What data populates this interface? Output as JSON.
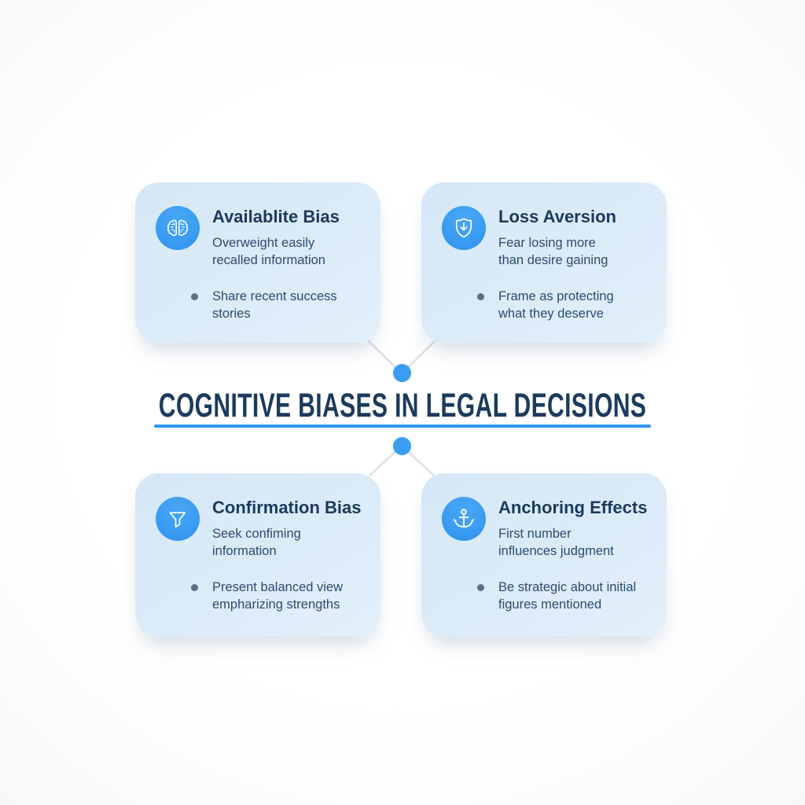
{
  "main_title": "COGNITIVE BIASES IN LEGAL DECISIONS",
  "cards": [
    {
      "id": "availability-bias",
      "icon": "brain-icon",
      "title": "Availablite Bias",
      "description": "Overweight easily\nrecalled information",
      "bullet": "Share recent success stories"
    },
    {
      "id": "loss-aversion",
      "icon": "shield-down-arrow-icon",
      "title": "Loss Aversion",
      "description": "Fear losing more\nthan desire gaining",
      "bullet": "Frame as protecting\nwhat they deserve"
    },
    {
      "id": "confirmation-bias",
      "icon": "funnel-icon",
      "title": "Confirmation Bias",
      "description": "Seek confiming\ninformation",
      "bullet": "Present balanced view\nempharizing strengths"
    },
    {
      "id": "anchoring-effects",
      "icon": "anchor-icon",
      "title": "Anchoring Effects",
      "description": "First number\ninfluences judgment",
      "bullet": "Be strategic about initial\nfigures mentioned"
    }
  ],
  "colors": {
    "card_background": "#dcebf8",
    "icon_circle": "#3b9df2",
    "heading_text": "#1b3a5e",
    "body_text": "#2b4d70",
    "title_underline": "#2f96ef",
    "connector_dot": "#3b9df2",
    "connector_line": "#e1e4e7",
    "bullet_dot": "#5a7086"
  }
}
